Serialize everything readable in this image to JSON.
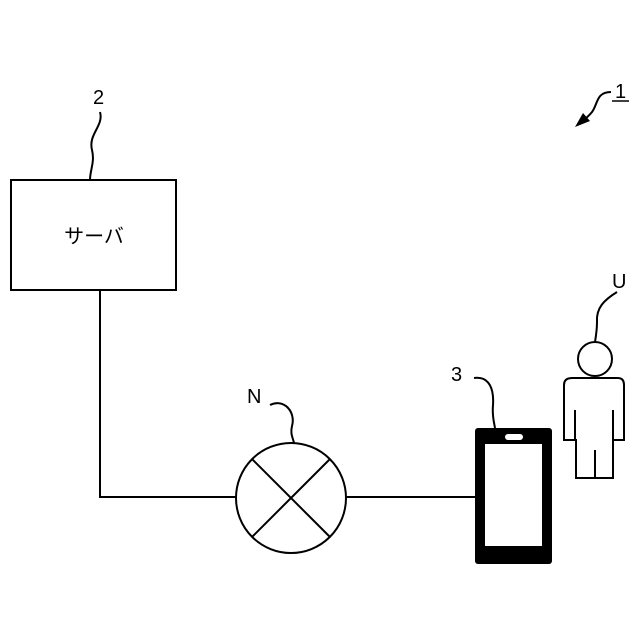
{
  "figure": {
    "system_ref": "1",
    "server": {
      "ref": "2",
      "label": "サーバ"
    },
    "network": {
      "ref": "N"
    },
    "terminal": {
      "ref": "3"
    },
    "user": {
      "ref": "U"
    }
  },
  "colors": {
    "line": "#000000",
    "background": "#ffffff",
    "device_body": "#000000",
    "device_screen": "#ffffff"
  }
}
